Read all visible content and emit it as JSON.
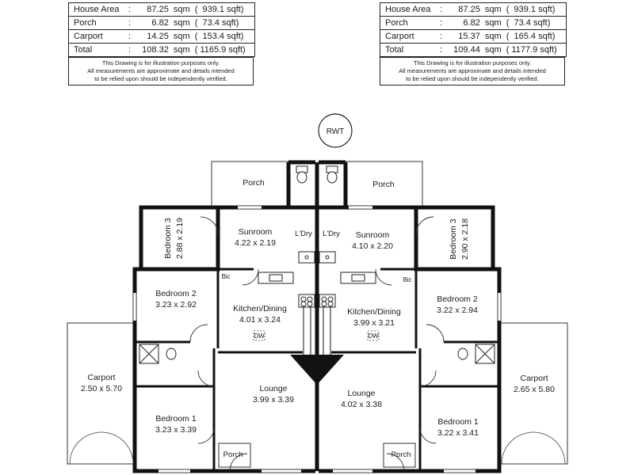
{
  "left_table": {
    "rows": [
      {
        "label": "House Area",
        "colon": ":",
        "sqm": "87.25  sqm",
        "sqft": "(  939.1 sqft)"
      },
      {
        "label": "Porch",
        "colon": ":",
        "sqm": "6.82  sqm",
        "sqft": "(  73.4 sqft)"
      },
      {
        "label": "Carport",
        "colon": ":",
        "sqm": "14.25  sqm",
        "sqft": "(  153.4 sqft)"
      },
      {
        "label": "Total",
        "colon": ":",
        "sqm": "108.32  sqm",
        "sqft": "( 1165.9 sqft)"
      }
    ],
    "disclaimer": [
      "This Drawing is for illustration purposes only.",
      "All measurements are approximate and details intended",
      "to be relied upon should be independently verified."
    ]
  },
  "right_table": {
    "rows": [
      {
        "label": "House Area",
        "colon": ":",
        "sqm": "87.25  sqm",
        "sqft": "(  939.1 sqft)"
      },
      {
        "label": "Porch",
        "colon": ":",
        "sqm": "6.82  sqm",
        "sqft": "(  73.4 sqft)"
      },
      {
        "label": "Carport",
        "colon": ":",
        "sqm": "15.37  sqm",
        "sqft": "(  165.4 sqft)"
      },
      {
        "label": "Total",
        "colon": ":",
        "sqm": "109.44  sqm",
        "sqft": "( 1177.9 sqft)"
      }
    ],
    "disclaimer": [
      "This Drawing is for illustration purposes only.",
      "All measurements are approximate and details intended",
      "to be relied upon should be independently verified."
    ]
  },
  "plan": {
    "rwt": "RWT",
    "left": {
      "porch_top": "Porch",
      "sunroom": {
        "name": "Sunroom",
        "dim": "4.22 x 2.19"
      },
      "laundry": "L'Dry",
      "bedroom3": {
        "name": "Bedroom 3",
        "dim": "2.88 x 2.19"
      },
      "bic": "Bic",
      "bedroom2": {
        "name": "Bedroom 2",
        "dim": "3.23 x 2.92"
      },
      "kitchen": {
        "name": "Kitchen/Dining",
        "dim": "4.01 x 3.24"
      },
      "lounge": {
        "name": "Lounge",
        "dim": "3.99 x 3.39"
      },
      "carport": {
        "name": "Carport",
        "dim": "2.50 x 5.70"
      },
      "bedroom1": {
        "name": "Bedroom 1",
        "dim": "3.23 x 3.39"
      },
      "porch_bottom": "Porch",
      "hwu": "DW"
    },
    "right": {
      "porch_top": "Porch",
      "sunroom": {
        "name": "Sunroom",
        "dim": "4.10 x 2.20"
      },
      "laundry": "L'Dry",
      "bedroom3": {
        "name": "Bedroom 3",
        "dim": "2.90 x 2.18"
      },
      "bic": "Bic",
      "bedroom2": {
        "name": "Bedroom 2",
        "dim": "3.22 x 2.94"
      },
      "kitchen": {
        "name": "Kitchen/Dining",
        "dim": "3.99 x 3.21"
      },
      "lounge": {
        "name": "Lounge",
        "dim": "4.02 x 3.38"
      },
      "carport": {
        "name": "Carport",
        "dim": "2.65 x 5.80"
      },
      "bedroom1": {
        "name": "Bedroom 1",
        "dim": "3.22 x 3.41"
      },
      "porch_bottom": "Porch",
      "hwu": "DW"
    }
  }
}
